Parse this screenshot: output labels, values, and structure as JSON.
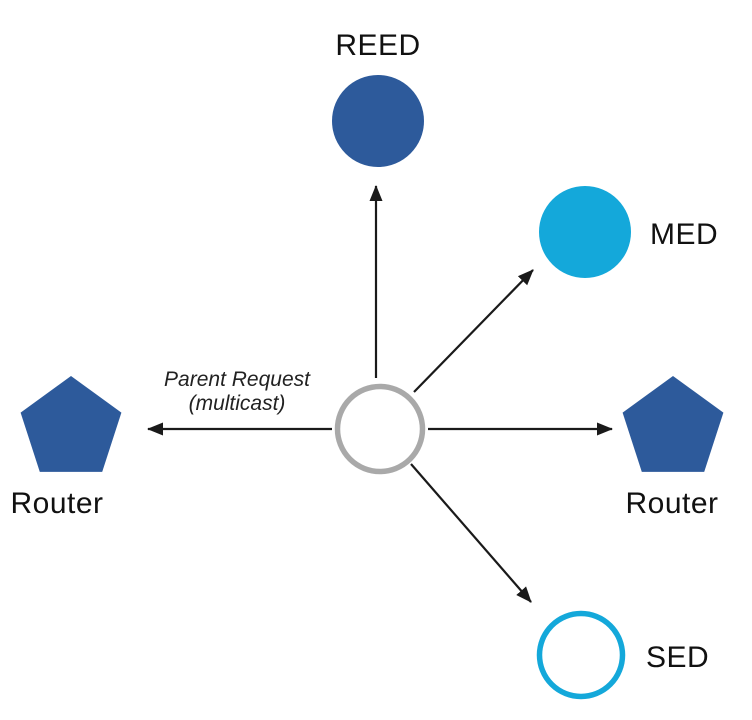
{
  "diagram": {
    "annotation": {
      "line1": "Parent Request",
      "line2": "(multicast)"
    },
    "nodes": {
      "reed": {
        "label": "REED",
        "shape": "circle",
        "style": "solid-dark-blue"
      },
      "med": {
        "label": "MED",
        "shape": "circle",
        "style": "solid-cyan"
      },
      "router_right": {
        "label": "Router",
        "shape": "pentagon",
        "style": "solid-dark-blue"
      },
      "sed": {
        "label": "SED",
        "shape": "circle",
        "style": "outline-cyan"
      },
      "router_left": {
        "label": "Router",
        "shape": "pentagon",
        "style": "solid-dark-blue"
      },
      "center": {
        "label": "",
        "shape": "circle",
        "style": "outline-gray"
      }
    },
    "edges": [
      {
        "from": "center",
        "to": "reed"
      },
      {
        "from": "center",
        "to": "med"
      },
      {
        "from": "center",
        "to": "router_right"
      },
      {
        "from": "center",
        "to": "sed"
      },
      {
        "from": "center",
        "to": "router_left"
      }
    ],
    "colors": {
      "dark_blue": "#2D5A9B",
      "cyan": "#14A8DA",
      "gray_outline": "#A9A9A9",
      "arrow": "#1A1A1A"
    }
  }
}
